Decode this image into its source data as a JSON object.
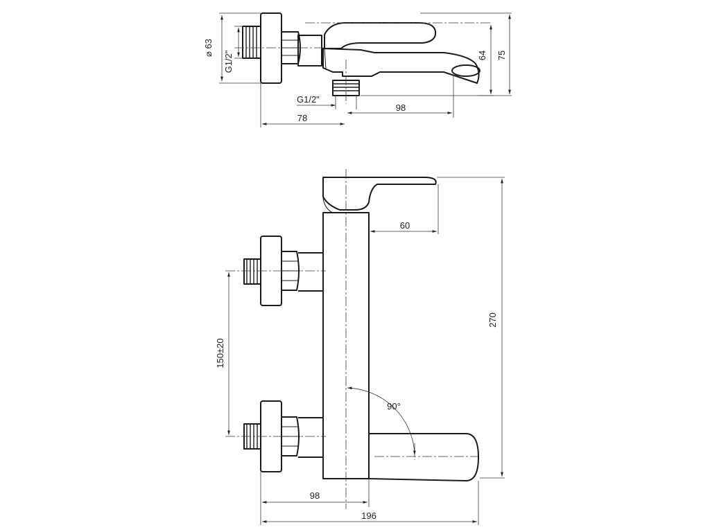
{
  "drawing": {
    "top_view": {
      "diameter_label": "⌀ 63",
      "thread_left_label": "G1/2\"",
      "height_label_64": "64",
      "height_label_75": "75",
      "thread_bottom_label": "G1/2\"",
      "length_label_98": "98",
      "length_label_78": "78"
    },
    "front_view": {
      "spout_projection_label": "60",
      "height_label_270": "270",
      "inlet_spacing_label": "150±20",
      "angle_label": "90°",
      "width_label_98": "98",
      "width_label_196": "196"
    }
  }
}
